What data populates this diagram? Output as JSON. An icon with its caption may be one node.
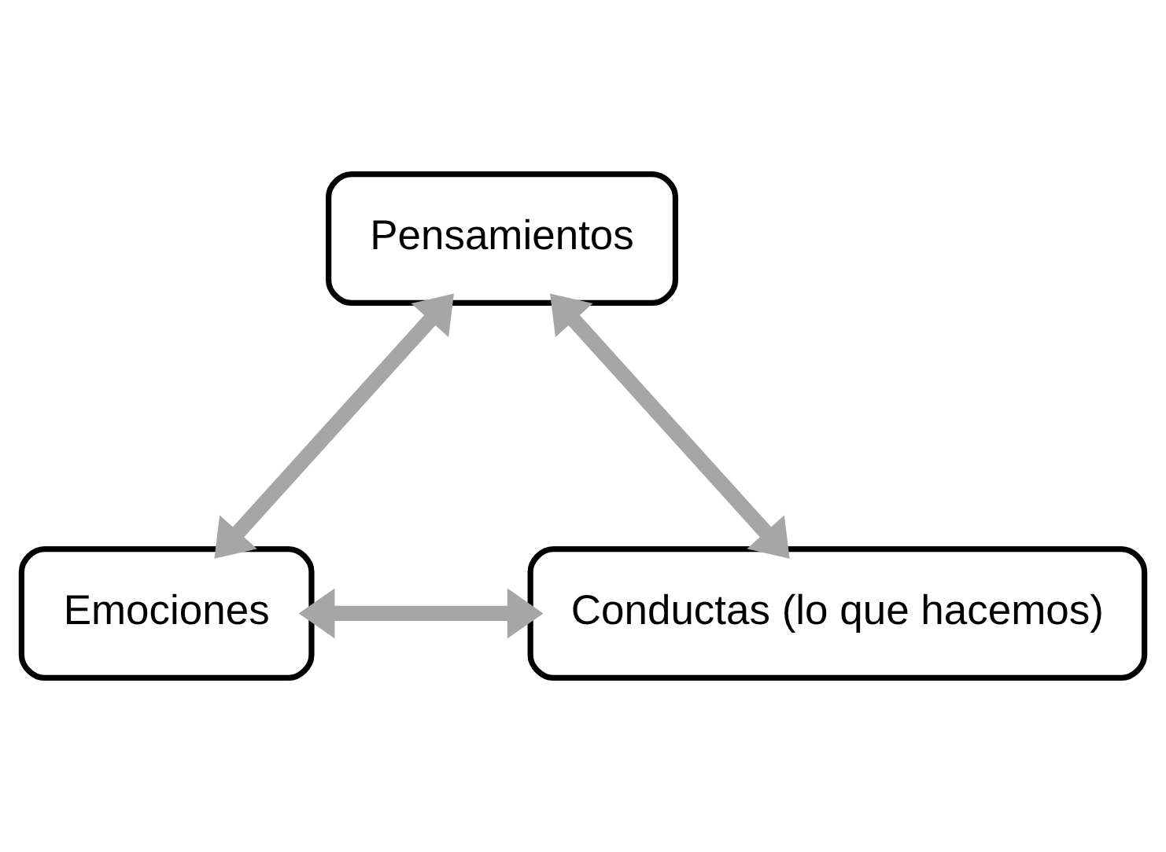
{
  "diagram": {
    "nodes": [
      {
        "text": [
          "Pensamientos"
        ]
      },
      {
        "text": [
          "Emociones"
        ]
      },
      {
        "text": [
          "Conductas (lo que hacemos)"
        ]
      }
    ],
    "edges": [
      {
        "from": 0,
        "to": 1,
        "arrow": "both"
      },
      {
        "from": 0,
        "to": 2,
        "arrow": "both"
      },
      {
        "from": 1,
        "to": 2,
        "arrow": "both"
      }
    ]
  }
}
